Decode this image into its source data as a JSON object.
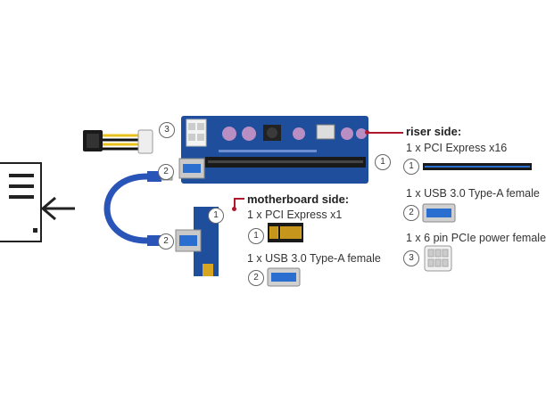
{
  "riser": {
    "heading": "riser side:",
    "items": [
      {
        "num": "1",
        "label": "1 x PCI Express x16",
        "icon": "pcie-x16-slot-icon"
      },
      {
        "num": "2",
        "label": "1 x USB 3.0 Type-A female",
        "icon": "usb-a-port-icon"
      },
      {
        "num": "3",
        "label": "1 x 6 pin PCIe power female",
        "icon": "6-pin-power-connector-icon"
      }
    ]
  },
  "motherboard": {
    "heading": "motherboard side:",
    "items": [
      {
        "num": "1",
        "label": "1 x PCI Express x1",
        "icon": "pcie-x1-edge-connector-icon"
      },
      {
        "num": "2",
        "label": "1 x USB 3.0 Type-A female",
        "icon": "usb-a-port-icon"
      }
    ]
  },
  "callouts": {
    "riser_power": "3",
    "riser_usb": "2",
    "riser_slot": "1",
    "cable_usb_top": "2",
    "cable_usb_bottom": "2",
    "mb_slot": "1",
    "mb_usb": "2"
  },
  "colors": {
    "pcb_blue": "#1f4e9c",
    "slot_black": "#1a1a1a",
    "usb_blue": "#2a6fd0",
    "leader_red": "#b0182d",
    "gold": "#d8a520"
  }
}
